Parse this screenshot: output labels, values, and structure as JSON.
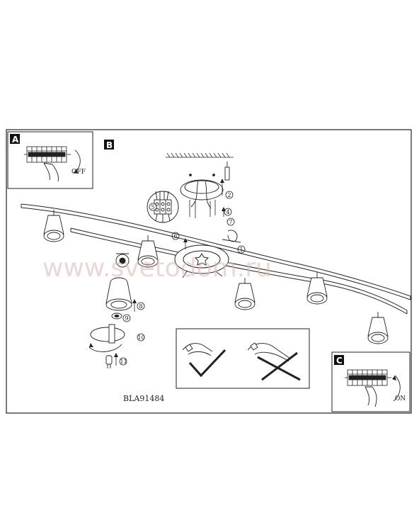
{
  "panels": {
    "a": {
      "letter": "A",
      "label": "OFF"
    },
    "b": {
      "letter": "B"
    },
    "c": {
      "letter": "C",
      "label": "ON"
    }
  },
  "steps": [
    "2",
    "4",
    "5",
    "6",
    "7",
    "1",
    "8",
    "9",
    "10",
    "11"
  ],
  "watermark": "www.svetodom.ru",
  "model_code": "BLA91484",
  "colors": {
    "line": "#222222",
    "watermark": "#d8b9b3",
    "letter_box": "#111111"
  }
}
